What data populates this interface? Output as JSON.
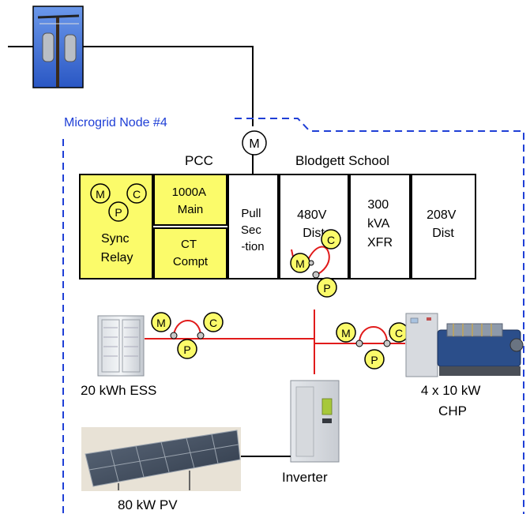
{
  "diagram": {
    "node_label": "Microgrid Node #4",
    "pcc_label": "PCC",
    "school_label": "Blodgett School",
    "meter_symbol": "M",
    "meter_symbols": {
      "m": "M",
      "p": "P",
      "c": "C"
    },
    "panels": {
      "sync_relay": [
        "Sync",
        "Relay"
      ],
      "main": [
        "1000A",
        "Main"
      ],
      "ct": [
        "CT",
        "Compt"
      ],
      "pull": [
        "Pull",
        "Sec",
        "-tion"
      ],
      "dist480": [
        "480V",
        "Dist"
      ],
      "xfr": [
        "300",
        "kVA",
        "XFR"
      ],
      "dist208": [
        "208V",
        "Dist"
      ]
    },
    "ess_label": "20 kWh ESS",
    "chp_label": [
      "4 x 10 kW",
      "CHP"
    ],
    "inverter_label": "Inverter",
    "pv_label": "80 kW PV",
    "colors": {
      "boundary": "#1f3fd6",
      "wire_red": "#e11b1b",
      "panel_yellow": "#fbfb6a",
      "meter_yellow": "#fbfb6a",
      "utility_sky": "#3b6fd4"
    }
  }
}
